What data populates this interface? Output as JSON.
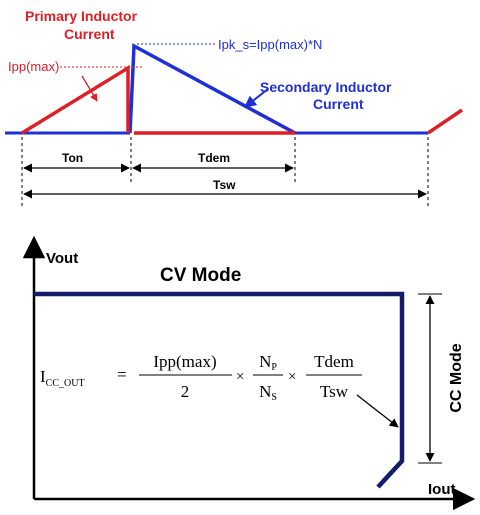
{
  "colors": {
    "primary": "#dd1f26",
    "secondary": "#1f2fd6",
    "dark_blue": "#141b6b",
    "black": "#000000"
  },
  "waveform": {
    "primary_label_line1": "Primary Inductor",
    "primary_label_line2": "Current",
    "secondary_label_line1": "Secondary Inductor",
    "secondary_label_line2": "Current",
    "ipp_max_label": "Ipp(max)",
    "ipk_label": "Ipk_s=Ipp(max)*N",
    "ton_label": "Ton",
    "tdem_label": "Tdem",
    "tsw_label": "Tsw"
  },
  "graph": {
    "y_axis_label": "Vout",
    "x_axis_label": "Iout",
    "cv_mode_label": "CV Mode",
    "cc_mode_label": "CC Mode"
  },
  "formula": {
    "lhs_main": "I",
    "lhs_sub": "CC_OUT",
    "equals": "=",
    "f1_num": "Ipp(max)",
    "f1_den": "2",
    "times": "×",
    "f2_num_main": "N",
    "f2_num_sub": "P",
    "f2_den_main": "N",
    "f2_den_sub": "S",
    "f3_num": "Tdem",
    "f3_den": "Tsw"
  }
}
